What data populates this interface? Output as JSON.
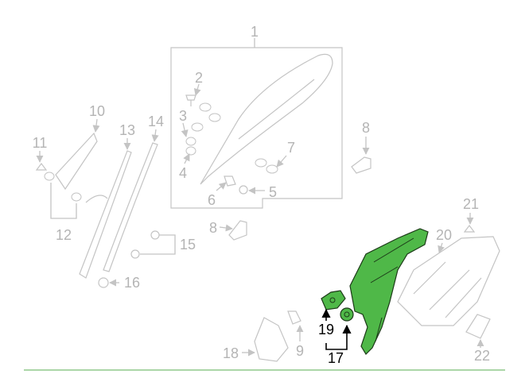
{
  "diagram": {
    "selected_color": "#4fb848",
    "highlight_text_color": "#000000",
    "faded_color": "#b4b4b4",
    "rule_color": "#8fc98a",
    "callouts": [
      {
        "id": "c1",
        "label": "1",
        "highlighted": false
      },
      {
        "id": "c2",
        "label": "2",
        "highlighted": false
      },
      {
        "id": "c3",
        "label": "3",
        "highlighted": false
      },
      {
        "id": "c4",
        "label": "4",
        "highlighted": false
      },
      {
        "id": "c5",
        "label": "5",
        "highlighted": false
      },
      {
        "id": "c6",
        "label": "6",
        "highlighted": false
      },
      {
        "id": "c7",
        "label": "7",
        "highlighted": false
      },
      {
        "id": "c8a",
        "label": "8",
        "highlighted": false
      },
      {
        "id": "c8b",
        "label": "8",
        "highlighted": false
      },
      {
        "id": "c9",
        "label": "9",
        "highlighted": false
      },
      {
        "id": "c10",
        "label": "10",
        "highlighted": false
      },
      {
        "id": "c11",
        "label": "11",
        "highlighted": false
      },
      {
        "id": "c12",
        "label": "12",
        "highlighted": false
      },
      {
        "id": "c13",
        "label": "13",
        "highlighted": false
      },
      {
        "id": "c14",
        "label": "14",
        "highlighted": false
      },
      {
        "id": "c15",
        "label": "15",
        "highlighted": false
      },
      {
        "id": "c16",
        "label": "16",
        "highlighted": false
      },
      {
        "id": "c17",
        "label": "17",
        "highlighted": true
      },
      {
        "id": "c18",
        "label": "18",
        "highlighted": false
      },
      {
        "id": "c19",
        "label": "19",
        "highlighted": true
      },
      {
        "id": "c20",
        "label": "20",
        "highlighted": false
      },
      {
        "id": "c21",
        "label": "21",
        "highlighted": false
      },
      {
        "id": "c22",
        "label": "22",
        "highlighted": false
      }
    ]
  }
}
